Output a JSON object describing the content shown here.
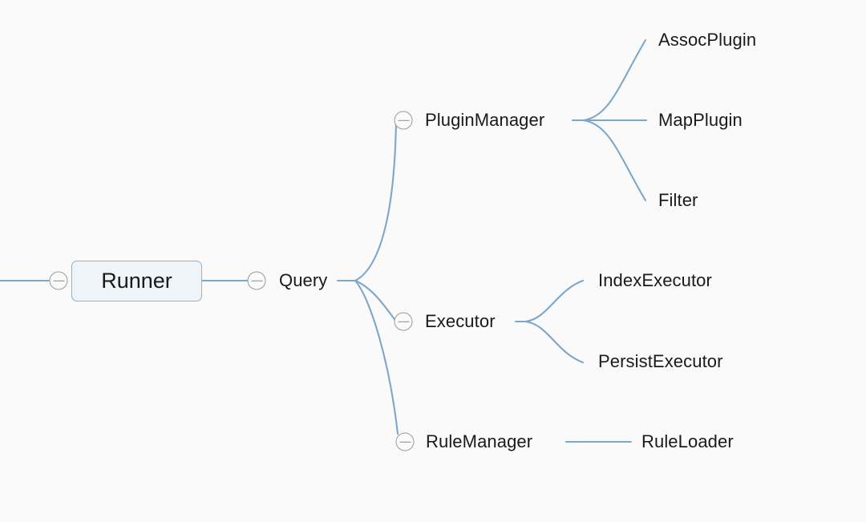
{
  "diagram": {
    "type": "mindmap",
    "background_color": "#fafafa",
    "connector_color": "#7da7ca",
    "text_color": "#1a1a1a",
    "root_box_fill": "#eef4f8",
    "root_box_border": "#8bb3d4",
    "toggle_border_color": "#9a9a9a"
  },
  "nodes": {
    "root": {
      "label": "Runner"
    },
    "query": {
      "label": "Query"
    },
    "branches": [
      {
        "label": "PluginManager"
      },
      {
        "label": "Executor"
      },
      {
        "label": "RuleManager"
      }
    ],
    "leaves": [
      {
        "label": "AssocPlugin"
      },
      {
        "label": "MapPlugin"
      },
      {
        "label": "Filter"
      },
      {
        "label": "IndexExecutor"
      },
      {
        "label": "PersistExecutor"
      },
      {
        "label": "RuleLoader"
      }
    ]
  },
  "toggles": {
    "root_toggle": "collapse-toggle",
    "query_toggle": "collapse-toggle",
    "plugin_manager_toggle": "collapse-toggle",
    "executor_toggle": "collapse-toggle",
    "rule_manager_toggle": "collapse-toggle"
  }
}
